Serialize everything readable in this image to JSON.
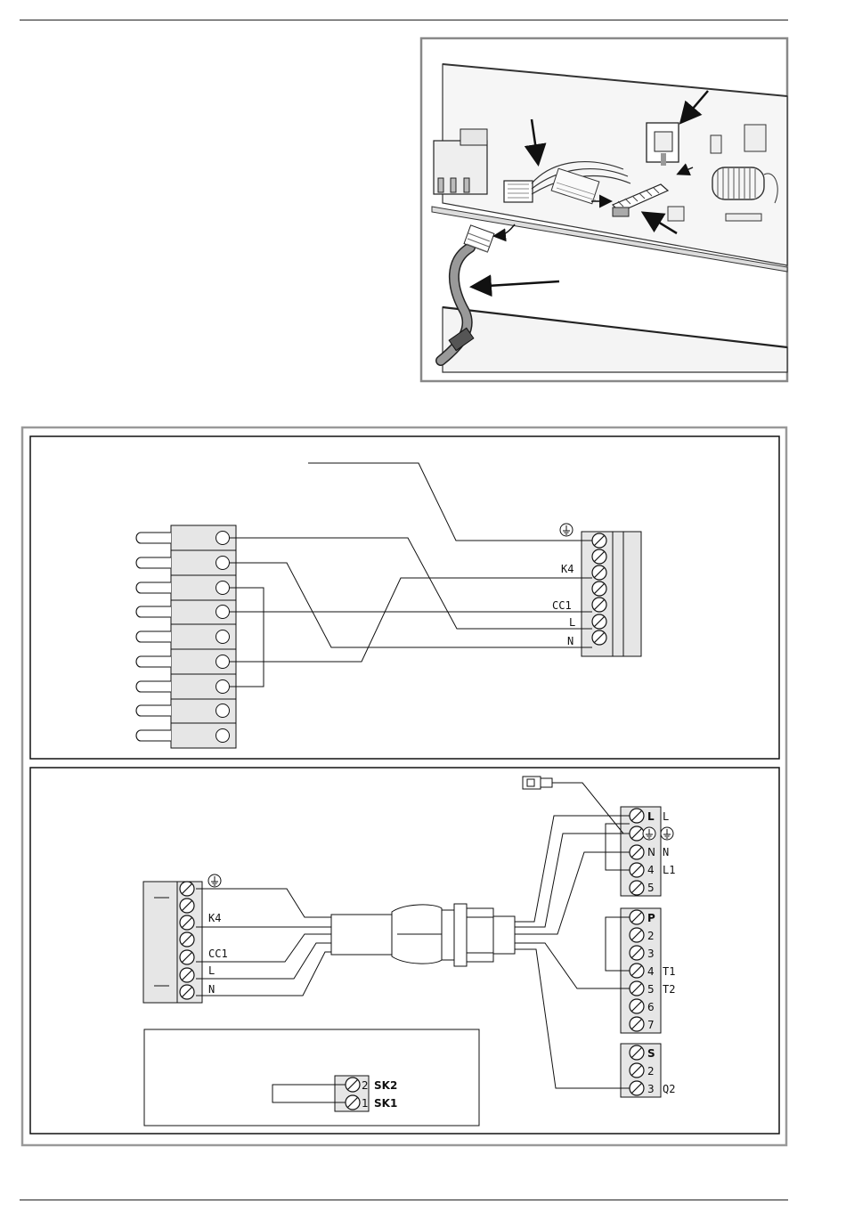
{
  "diagram1": {
    "terminal_labels": [
      "K4",
      "CC1",
      "L",
      "N"
    ]
  },
  "diagram2": {
    "left_terminal_labels": [
      "K4",
      "CC1",
      "L",
      "N"
    ],
    "block1": {
      "bold": "L",
      "labels": [
        "L",
        "N",
        "L1"
      ],
      "numbers": [
        "N",
        "4",
        "5"
      ]
    },
    "block2": {
      "bold": "P",
      "numbers": [
        "2",
        "3",
        "4",
        "5",
        "6",
        "7"
      ],
      "labels": [
        "T1",
        "T2"
      ]
    },
    "block3": {
      "bold": "S",
      "numbers": [
        "2",
        "3"
      ],
      "labels": [
        "Q2"
      ]
    },
    "inset": {
      "numbers": [
        "2",
        "1"
      ],
      "labels": [
        "SK2",
        "SK1"
      ]
    }
  }
}
